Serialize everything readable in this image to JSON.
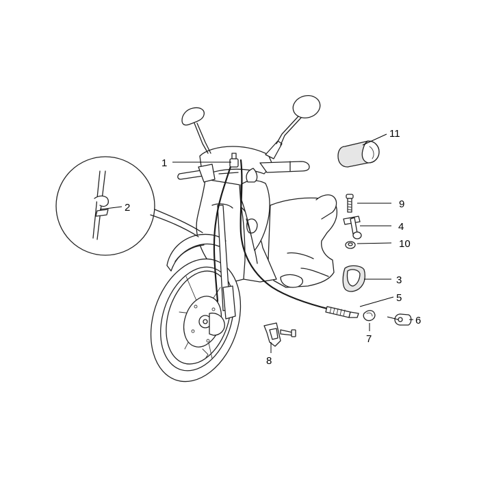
{
  "labels": {
    "p1": "1",
    "p2": "2",
    "p3": "3",
    "p4": "4",
    "p5": "5",
    "p6": "6",
    "p7": "7",
    "p8": "8",
    "p9": "9",
    "p10": "10",
    "p11": "11"
  },
  "colors": {
    "line": "#222222",
    "background": "#ffffff",
    "shade": "#e6e6e6"
  }
}
